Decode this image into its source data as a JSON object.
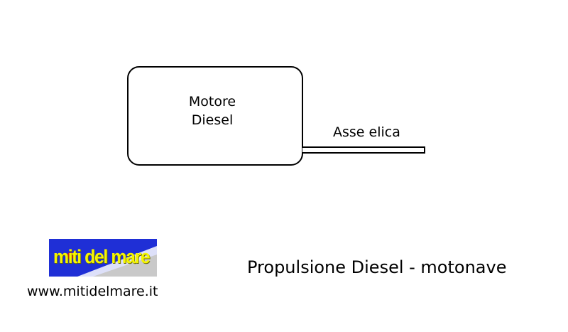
{
  "diagram": {
    "engine": {
      "line1": "Motore",
      "line2": "Diesel"
    },
    "shaft_label": "Asse elica"
  },
  "footer": {
    "logo_text": "miti del mare",
    "website": "www.mitidelmare.it",
    "caption": "Propulsione Diesel - motonave"
  },
  "colors": {
    "logo_background": "#1f2fd6",
    "logo_text": "#f5f500",
    "logo_accent": "#d11a1a"
  }
}
